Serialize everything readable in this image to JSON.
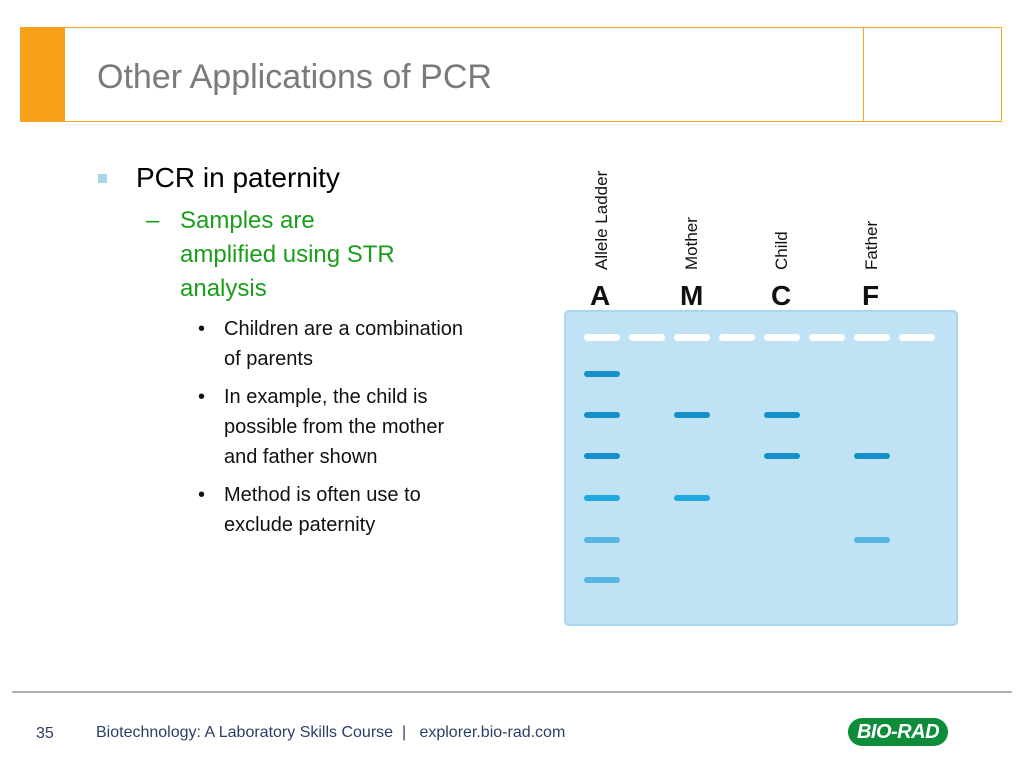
{
  "slide": {
    "title": "Other Applications of PCR",
    "bullet_l1": "PCR in paternity",
    "bullet_l2": "Samples are amplified using STR analysis",
    "bullets_l3": [
      "Children are a combination of parents",
      "In example, the child is possible from the mother and father shown",
      "Method is often use to exclude paternity"
    ]
  },
  "gel": {
    "lanes": [
      {
        "label": "Allele Ladder",
        "letter": "A"
      },
      {
        "label": "Mother",
        "letter": "M"
      },
      {
        "label": "Child",
        "letter": "C"
      },
      {
        "label": "Father",
        "letter": "F"
      }
    ]
  },
  "footer": {
    "page_number": "35",
    "course": "Biotechnology: A Laboratory Skills Course  |   explorer.bio-rad.com",
    "logo_text": "BIO-RAD"
  },
  "colors": {
    "accent": "#f7a11a",
    "gel": "#bfe3f5",
    "band_dark": "#1590c8",
    "band_light": "#33aadf"
  }
}
